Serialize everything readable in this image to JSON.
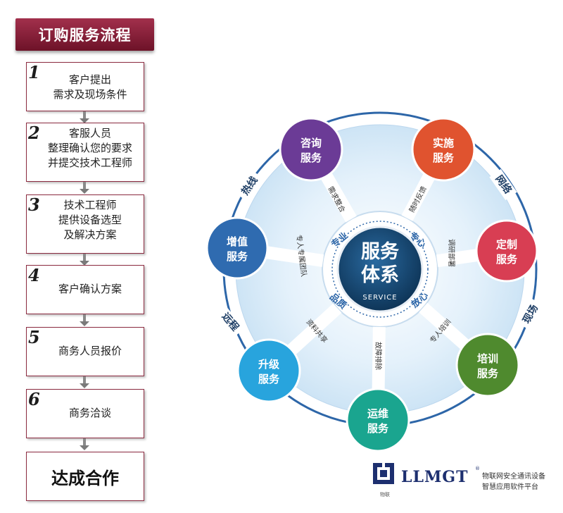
{
  "flow": {
    "title": "订购服务流程",
    "steps": [
      {
        "num": "1",
        "lines": [
          "客户提出",
          "需求及现场条件"
        ]
      },
      {
        "num": "2",
        "lines": [
          "客服人员",
          "整理确认您的要求",
          "并提交技术工程师"
        ]
      },
      {
        "num": "3",
        "lines": [
          "技术工程师",
          "提供设备选型",
          "及解决方案"
        ]
      },
      {
        "num": "4",
        "lines": [
          "客户确认方案"
        ]
      },
      {
        "num": "5",
        "lines": [
          "商务人员报价"
        ]
      },
      {
        "num": "6",
        "lines": [
          "商务洽谈"
        ]
      }
    ],
    "final": "达成合作"
  },
  "diagram": {
    "center": {
      "line1": "服务",
      "line2": "体系",
      "sub": "SERVICE"
    },
    "inner_words": [
      "专业",
      "专心",
      "品质",
      "放心"
    ],
    "outer_words": [
      "热线",
      "网络",
      "远程",
      "现场"
    ],
    "nodes": [
      {
        "id": "consult",
        "line1": "咨询",
        "line2": "服务",
        "color": "#6b3b96",
        "spoke": "需求整合"
      },
      {
        "id": "implement",
        "line1": "实施",
        "line2": "服务",
        "color": "#e0532f",
        "spoke": "随时反馈"
      },
      {
        "id": "custom",
        "line1": "定制",
        "line2": "服务",
        "color": "#d83e53",
        "spoke": "调研部署"
      },
      {
        "id": "training",
        "line1": "培训",
        "line2": "服务",
        "color": "#4f8a2e",
        "spoke": "专人培训"
      },
      {
        "id": "ops",
        "line1": "运维",
        "line2": "服务",
        "color": "#1aa58f",
        "spoke": "故障排除"
      },
      {
        "id": "upgrade",
        "line1": "升级",
        "line2": "服务",
        "color": "#28a4dd",
        "spoke": "资料共享"
      },
      {
        "id": "value_added",
        "line1": "增值",
        "line2": "服务",
        "color": "#2f6bb0",
        "spoke": "专人专属团队"
      }
    ]
  },
  "logo": {
    "name": "LLMGT",
    "registered": "®",
    "mark_text": "物联",
    "tagline1": "物联网安全通讯设备",
    "tagline2": "智慧应用软件平台",
    "color": "#1d2f6f"
  }
}
